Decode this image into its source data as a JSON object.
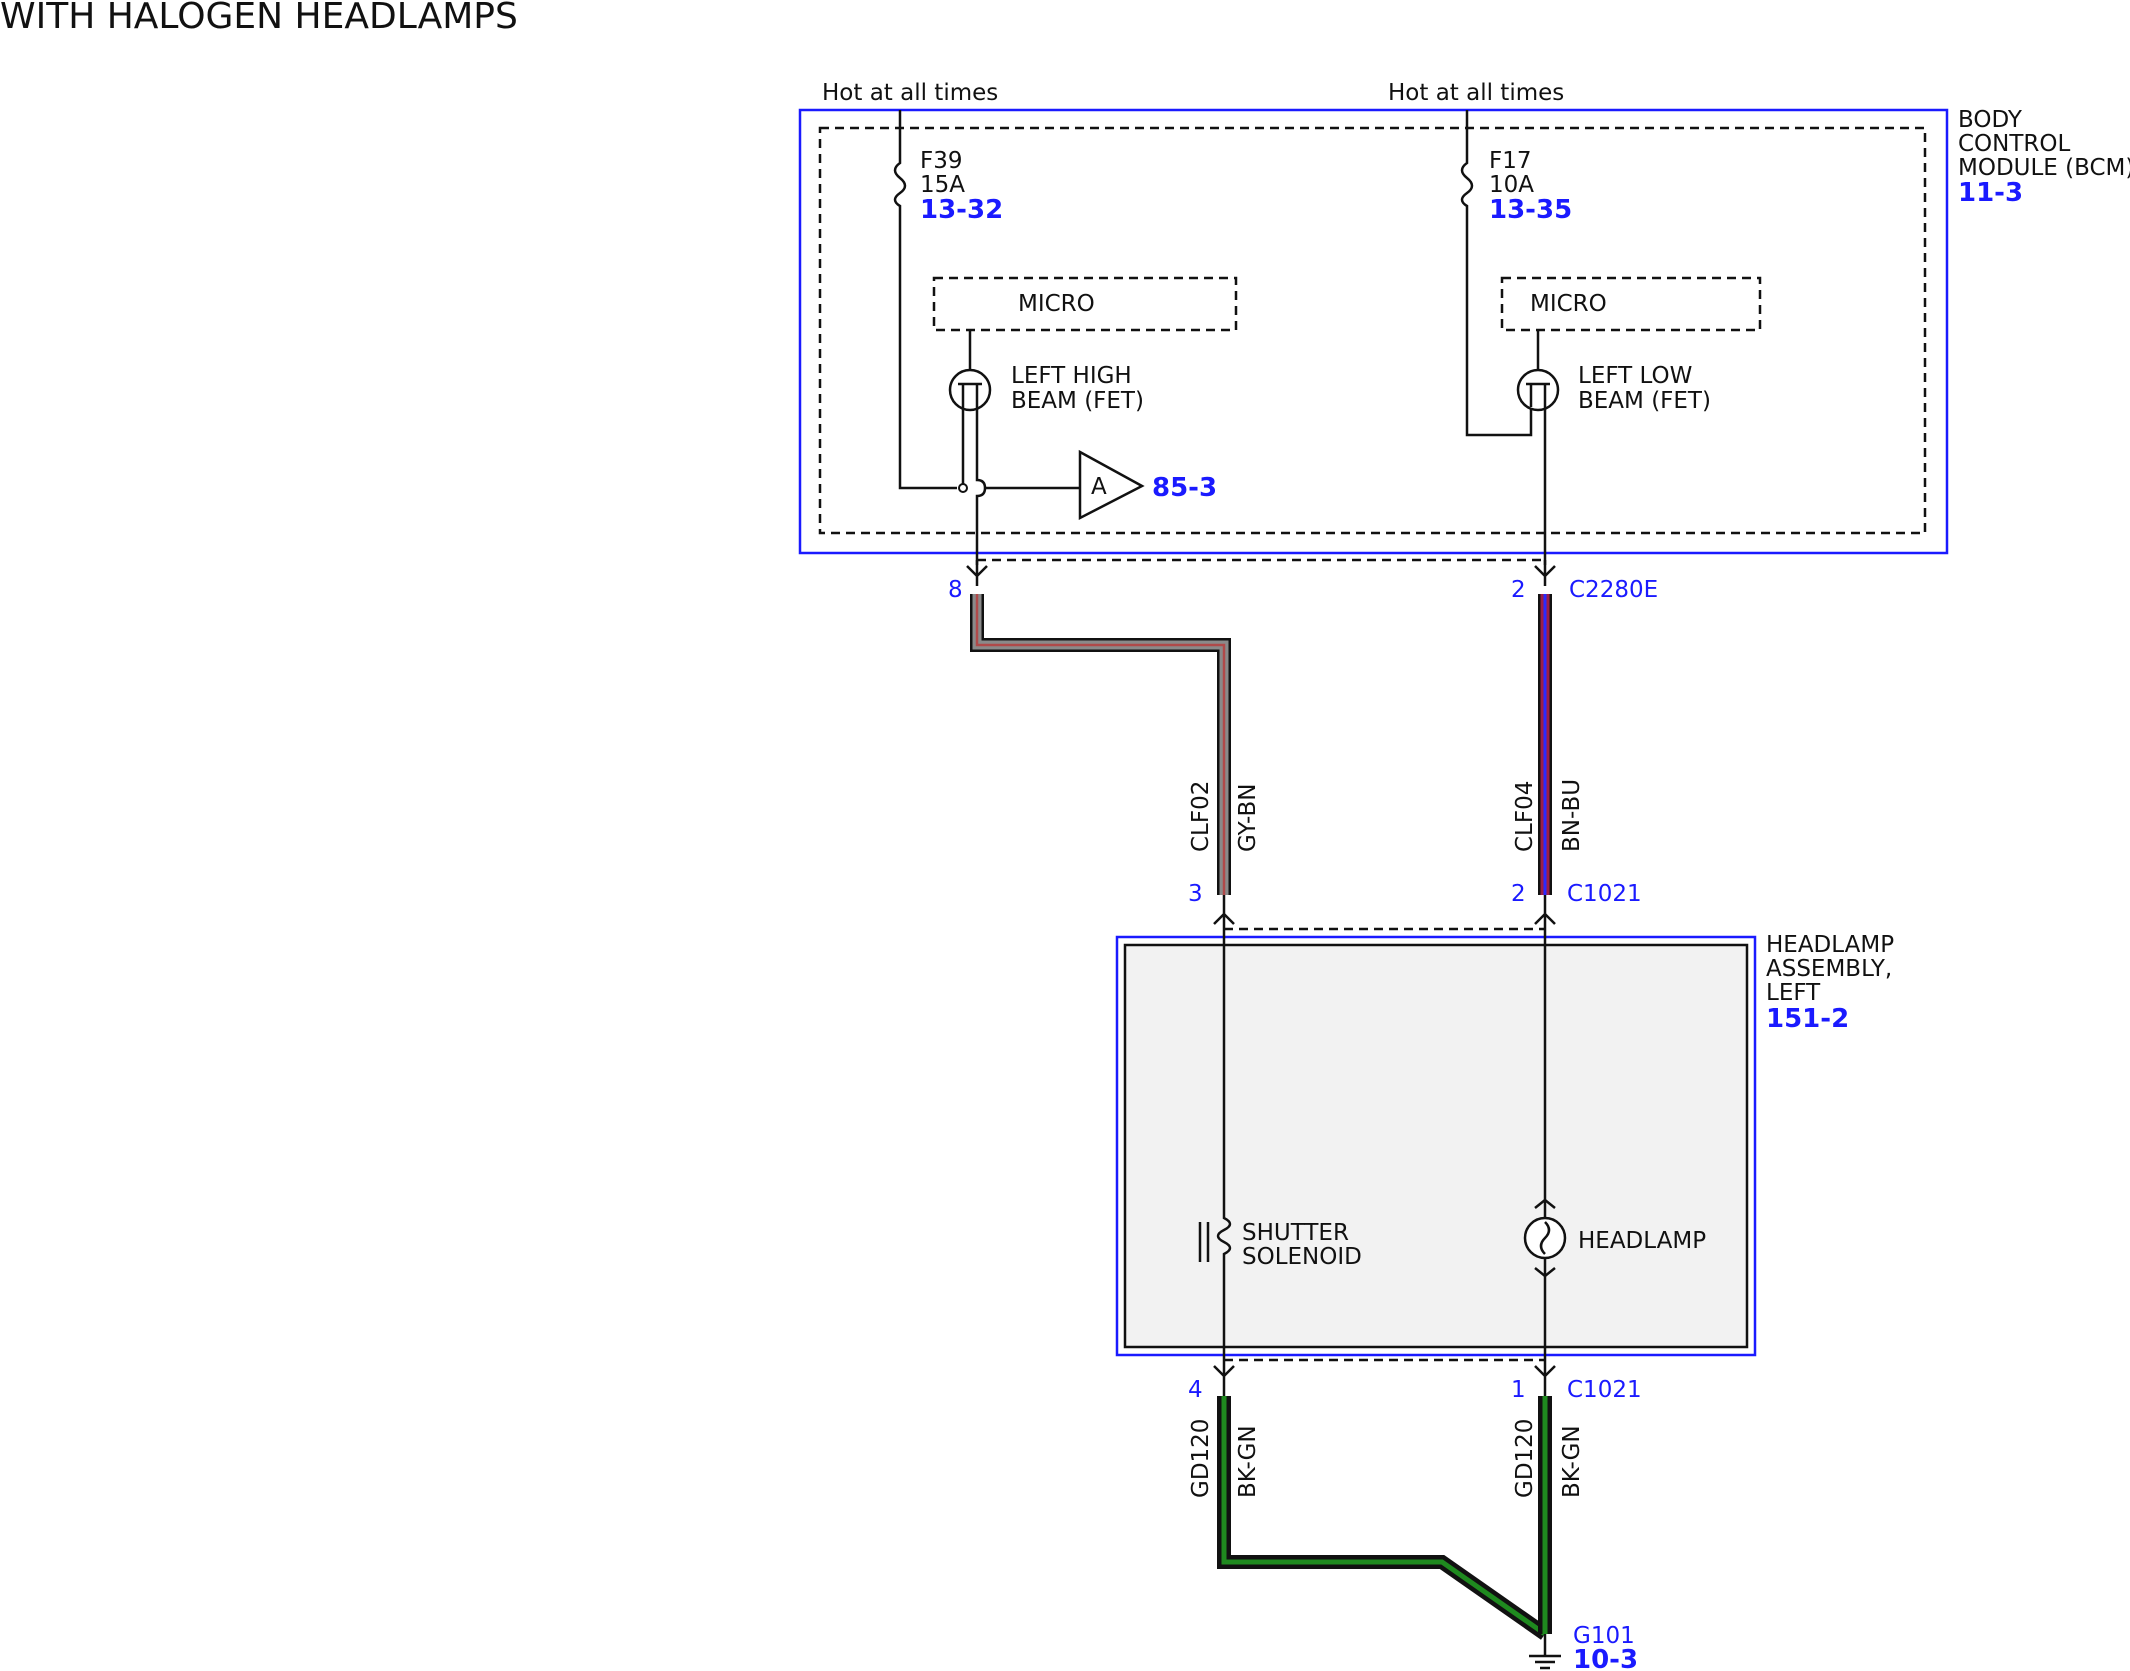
{
  "title": "WITH HALOGEN HEADLAMPS",
  "bcm": {
    "name_lines": [
      "BODY",
      "CONTROL",
      "MODULE (BCM)"
    ],
    "ref": "11-3",
    "hot_left": "Hot at all times",
    "hot_right": "Hot at all times",
    "fuse_left": {
      "id": "F39",
      "rating": "15A",
      "ref": "13-32"
    },
    "fuse_right": {
      "id": "F17",
      "rating": "10A",
      "ref": "13-35"
    },
    "micro_left": "MICRO",
    "micro_right": "MICRO",
    "fet_left": [
      "LEFT HIGH",
      "BEAM (FET)"
    ],
    "fet_right": [
      "LEFT LOW",
      "BEAM (FET)"
    ],
    "offpage_letter": "A",
    "offpage_ref": "85-3"
  },
  "connector_top": {
    "pin_left": "8",
    "pin_right": "2",
    "id": "C2280E"
  },
  "wire_left": {
    "circuit": "CLF02",
    "color": "GY-BN",
    "colors_hex": [
      "#8a8a8a",
      "#8b4513"
    ]
  },
  "wire_right": {
    "circuit": "CLF04",
    "color": "BN-BU",
    "colors_hex": [
      "#8b4513",
      "#2a2aff"
    ]
  },
  "connector_mid": {
    "pin_left": "3",
    "pin_right": "2",
    "id": "C1021"
  },
  "headlamp_assembly": {
    "name_lines": [
      "HEADLAMP",
      "ASSEMBLY,",
      "LEFT"
    ],
    "ref": "151-2",
    "solenoid": [
      "SHUTTER",
      "SOLENOID"
    ],
    "lamp": "HEADLAMP"
  },
  "connector_bottom": {
    "pin_left": "4",
    "pin_right": "1",
    "id": "C1021"
  },
  "ground_wire_left": {
    "circuit": "GD120",
    "color": "BK-GN",
    "colors_hex": [
      "#111111",
      "#1f8a1f"
    ]
  },
  "ground_wire_right": {
    "circuit": "GD120",
    "color": "BK-GN",
    "colors_hex": [
      "#111111",
      "#1f8a1f"
    ]
  },
  "ground": {
    "id": "G101",
    "ref": "10-3"
  }
}
